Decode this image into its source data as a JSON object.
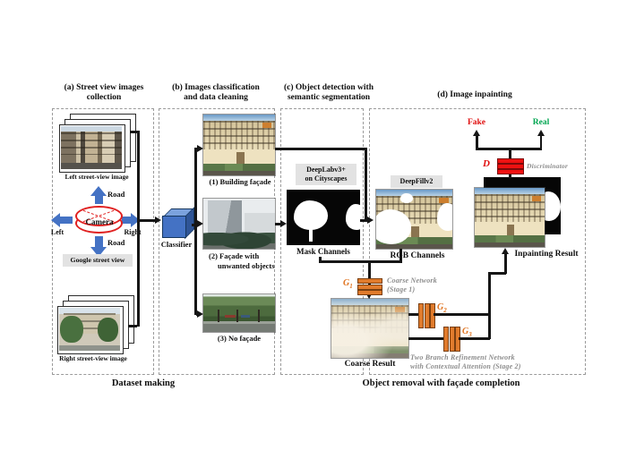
{
  "figure": {
    "section_a_title_line1": "(a) Street view images",
    "section_a_title_line2": "collection",
    "section_b_title_line1": "(b) Images classification",
    "section_b_title_line2": "and data cleaning",
    "section_c_title_line1": "(c) Object detection with",
    "section_c_title_line2": "semantic segmentation",
    "section_d_title": "(d) Image inpainting",
    "caption_left": "Dataset making",
    "caption_right": "Object removal with façade completion"
  },
  "panel_a": {
    "left_stack_label": "Left street-view image",
    "right_stack_label": "Right street-view image",
    "camera_label": "Camera",
    "road_top_label": "Road",
    "road_bottom_label": "Road",
    "left_label": "Left",
    "right_label": "Right",
    "source_label": "Google street view"
  },
  "panel_b": {
    "classifier_label": "Classifier",
    "class1_label": "(1) Building façade",
    "class2_label_line1": "(2) Façade with",
    "class2_label_line2": "unwanted objects",
    "class3_label": "(3) No façade"
  },
  "panel_c": {
    "model_label_line1": "DeepLabv3+",
    "model_label_line2": "on Cityscapes",
    "mask_label": "Mask Channels"
  },
  "panel_d": {
    "fake_label": "Fake",
    "real_label": "Real",
    "d_label": "D",
    "discriminator_label": "Discriminator",
    "deepfill_label": "DeepFillv2",
    "rgb_label": "RGB Channels",
    "inpaint_label": "Inpainting Result",
    "g1": {
      "base": "G",
      "sub": "1"
    },
    "g2": {
      "base": "G",
      "sub": "2"
    },
    "g3": {
      "base": "G",
      "sub": "3"
    },
    "coarse_net_line1": "Coarse Network",
    "coarse_net_line2": "(Stage 1)",
    "coarse_result_label": "Coarse Result",
    "refine_net_line1": "Two Branch Refinement Network",
    "refine_net_line2": "with Contextual Attention (Stage 2)"
  },
  "colors": {
    "accent_blue": "#4472C4",
    "accent_orange": "#E07B2C",
    "fake_red": "#E01010",
    "real_green": "#00A651",
    "annotation_gray": "#8C8C8C"
  }
}
